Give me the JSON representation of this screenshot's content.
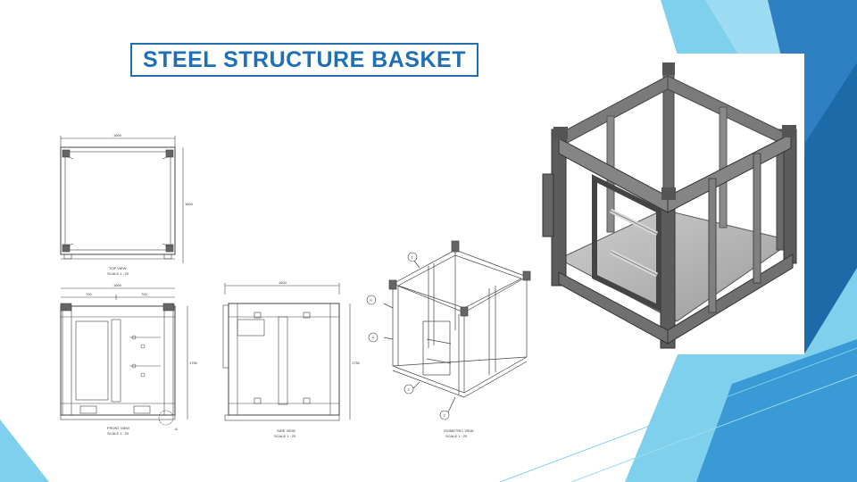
{
  "slide": {
    "title": "STEEL STRUCTURE BASKET"
  },
  "colors": {
    "title_blue": "#1f6fb5",
    "accent_light": "#7fd0ec",
    "accent_mid": "#3a9ad6",
    "accent_dark": "#1d6aa8"
  },
  "drawing": {
    "top_view": {
      "label": "TOP VIEW",
      "scale": "SCALE 1 : 20",
      "width_dim": "1600",
      "height_dim": "1600"
    },
    "front_view": {
      "label": "FRONT VIEW",
      "scale": "SCALE 1 : 20",
      "width_dim": "1600",
      "sub_dim_left": "700",
      "sub_dim_right": "700",
      "height_dim": "1750",
      "detail_marker": "A"
    },
    "side_view": {
      "label": "SIDE VIEW",
      "scale": "SCALE 1 : 20",
      "width_dim": "1600",
      "height_dim": "1750"
    },
    "isometric_view": {
      "label": "ISOMETRIC VIEW",
      "scale": "SCALE 1 : 20",
      "balloons": [
        "1",
        "4",
        "4",
        "2",
        "2"
      ]
    }
  },
  "render": {
    "description_icon": "3d-render-basket"
  }
}
